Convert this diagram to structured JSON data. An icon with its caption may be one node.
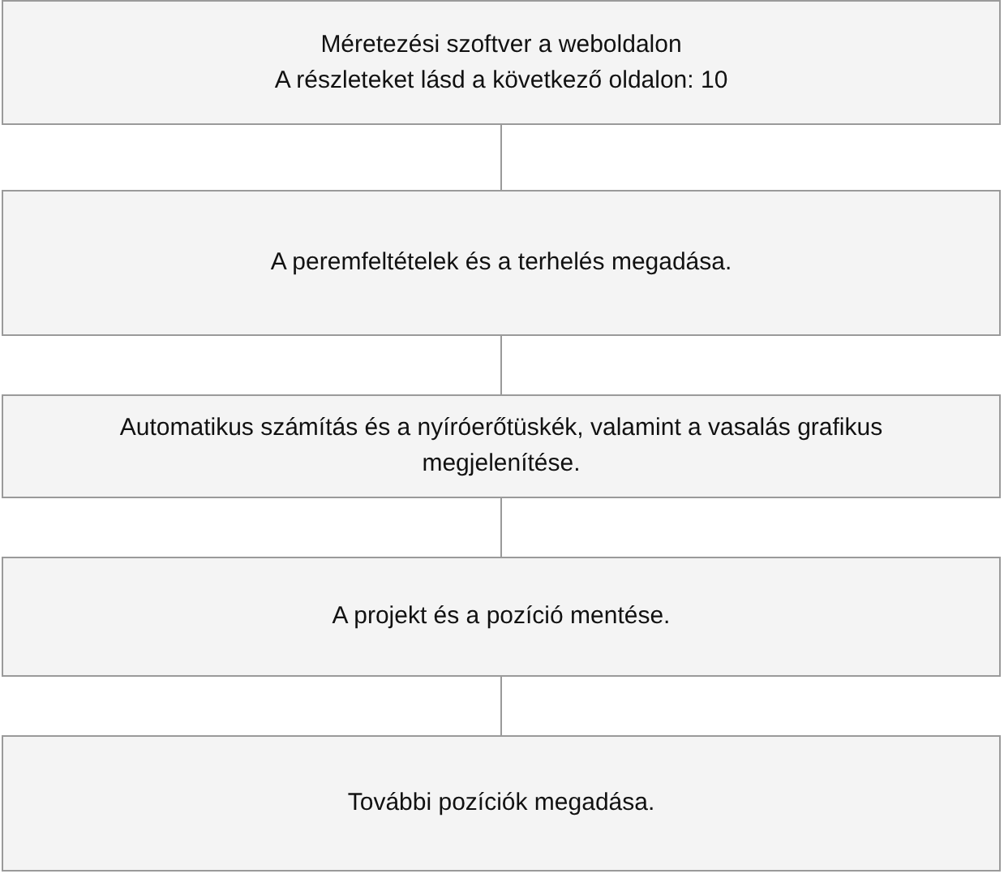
{
  "diagram": {
    "nodes": [
      {
        "text": [
          "Méretezési szoftver a weboldalon",
          "A részleteket lásd a következő oldalon: 10"
        ]
      },
      {
        "text": [
          "A peremfeltételek és a terhelés megadása."
        ]
      },
      {
        "text": [
          "Automatikus számítás és a nyíróerőtüskék, valamint a vasalás grafikus megjelenítése."
        ]
      },
      {
        "text": [
          "A projekt és a pozíció mentése."
        ]
      },
      {
        "text": [
          "További pozíciók megadása."
        ]
      }
    ],
    "edges": [
      {
        "from": 0,
        "to": 1,
        "arrow": "none"
      },
      {
        "from": 1,
        "to": 2,
        "arrow": "none"
      },
      {
        "from": 2,
        "to": 3,
        "arrow": "none"
      },
      {
        "from": 3,
        "to": 4,
        "arrow": "none"
      }
    ]
  }
}
